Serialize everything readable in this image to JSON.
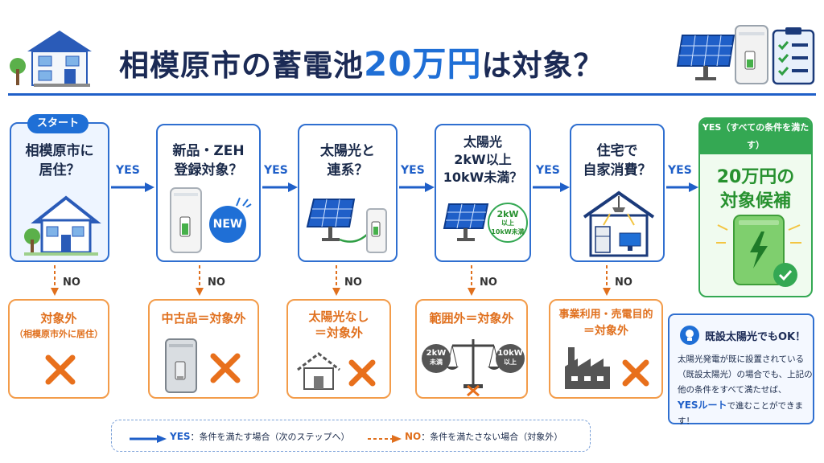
{
  "header": {
    "title_pre": "相模原市の蓄電池",
    "title_highlight": "20万円",
    "title_post": "は対象？"
  },
  "start_badge": "スタート",
  "steps": [
    {
      "line1": "相模原市に",
      "line2": "居住？"
    },
    {
      "line1": "新品・ZEH",
      "line2": "登録対象？"
    },
    {
      "line1": "太陽光と",
      "line2": "連系？"
    },
    {
      "line1": "太陽光",
      "line2": "2kW以上",
      "line3": "10kW未満？"
    },
    {
      "line1": "住宅で",
      "line2": "自家消費？"
    }
  ],
  "new_badge": "NEW",
  "range_badge": {
    "a": "2kW",
    "b": "以上",
    "c": "10kW未満"
  },
  "yes_label": "YES",
  "no_label": "NO",
  "final": {
    "badge": "YES（すべての条件を満たす）",
    "line1": "20万円の",
    "line2": "対象候補"
  },
  "outcomes": [
    {
      "line1": "対象外",
      "line2": "（相模原市外に居住）"
    },
    {
      "line1": "中古品＝対象外",
      "line2": ""
    },
    {
      "line1": "太陽光なし",
      "line2": "＝対象外"
    },
    {
      "line1": "範囲外＝対象外",
      "line2": ""
    },
    {
      "line1": "事業利用・売電目的",
      "line2": "＝対象外"
    }
  ],
  "scale": {
    "left_a": "2kW",
    "left_b": "未満",
    "right_a": "10kW",
    "right_b": "以上"
  },
  "note": {
    "title": "既設太陽光でもOK！",
    "line1": "太陽光発電が既に設置されている",
    "line2": "（既設太陽光）の場合でも、上記の",
    "line3": "他の条件をすべて満たせば、",
    "line4_bold": "YESルート",
    "line4_rest": "で進むことができます！"
  },
  "legend": {
    "yes_key": "YES",
    "yes_text": "：条件を満たす場合（次のステップへ）",
    "no_key": "NO",
    "no_text": "：条件を満たさない場合（対象外）"
  },
  "colors": {
    "blue": "#1f6fd6",
    "green": "#34a853",
    "orange": "#e0701e",
    "navy": "#1b2a55"
  }
}
